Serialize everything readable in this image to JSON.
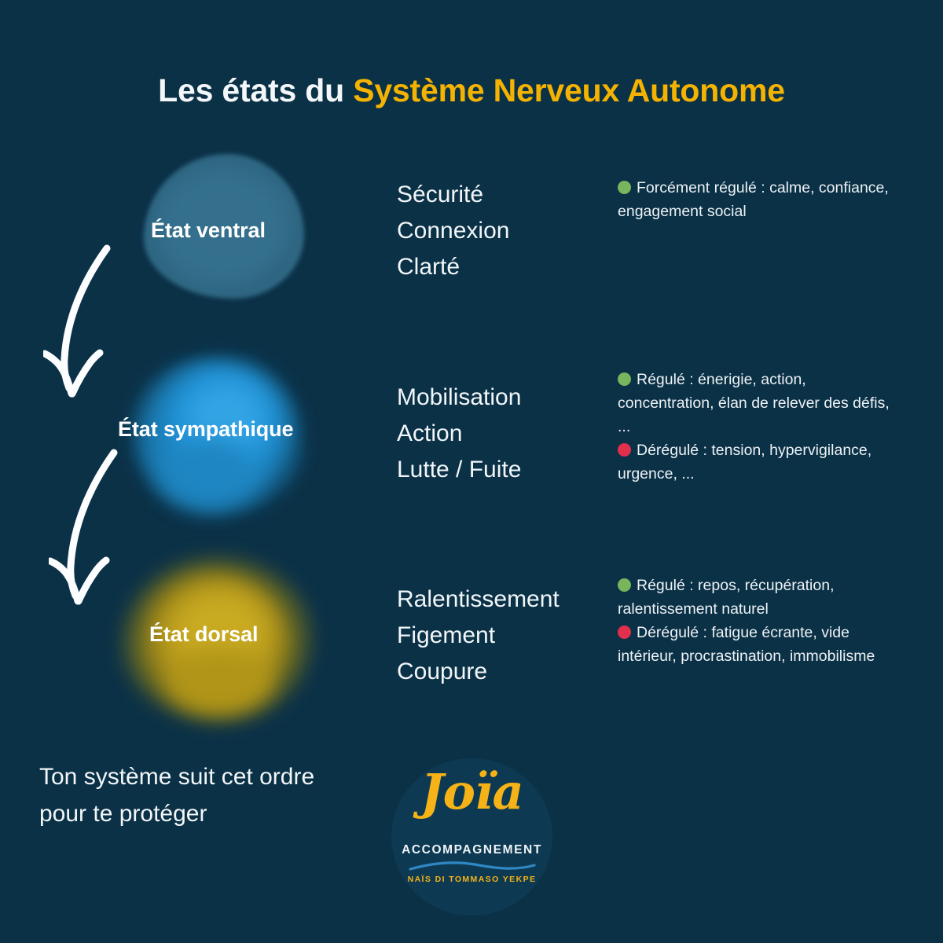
{
  "background_color": "#0b3147",
  "title": {
    "part_white": "Les états du ",
    "part_gold": "Système Nerveux Autonome",
    "white_color": "#f4f7f9",
    "gold_color": "#f5b301"
  },
  "states": [
    {
      "blob_label": "État ventral",
      "blob_color": "#34708d",
      "keywords": [
        "Sécurité",
        "Connexion",
        "Clarté"
      ],
      "details": [
        {
          "dot": "green-dot",
          "dot_color": "#79b55c",
          "text": "Forcément régulé : calme, confiance, engagement social"
        }
      ]
    },
    {
      "blob_label": "État sympathique",
      "blob_color": "#2194d8",
      "keywords": [
        "Mobilisation",
        "Action",
        "Lutte / Fuite"
      ],
      "details": [
        {
          "dot": "green-dot",
          "dot_color": "#79b55c",
          "text": "Régulé : énerigie, action, concentration, élan de relever des défis, ..."
        },
        {
          "dot": "red-dot",
          "dot_color": "#e12f4c",
          "text": "Dérégulé : tension, hypervigilance, urgence, ..."
        }
      ]
    },
    {
      "blob_label": "État dorsal",
      "blob_color": "#c9ab22",
      "keywords": [
        "Ralentissement",
        "Figement",
        "Coupure"
      ],
      "details": [
        {
          "dot": "green-dot",
          "dot_color": "#79b55c",
          "text": "Régulé : repos, récupération, ralentissement naturel"
        },
        {
          "dot": "red-dot",
          "dot_color": "#e12f4c",
          "text": "Dérégulé : fatigue écrante, vide intérieur, procrastination, immobilisme"
        }
      ]
    }
  ],
  "arrows": [
    {
      "name": "arrow-ventral-to-sympathique",
      "color": "#ffffff"
    },
    {
      "name": "arrow-sympathique-to-dorsal",
      "color": "#ffffff"
    }
  ],
  "footnote": "Ton système suit cet ordre pour te protéger",
  "logo": {
    "script": "Joïa",
    "subtitle": "ACCOMPAGNEMENT",
    "tagline": "NAÏS DI TOMMASO YEKPE",
    "script_color": "#f6b317",
    "subtitle_color": "#eef3f6",
    "wave_color": "#2f87c4"
  }
}
